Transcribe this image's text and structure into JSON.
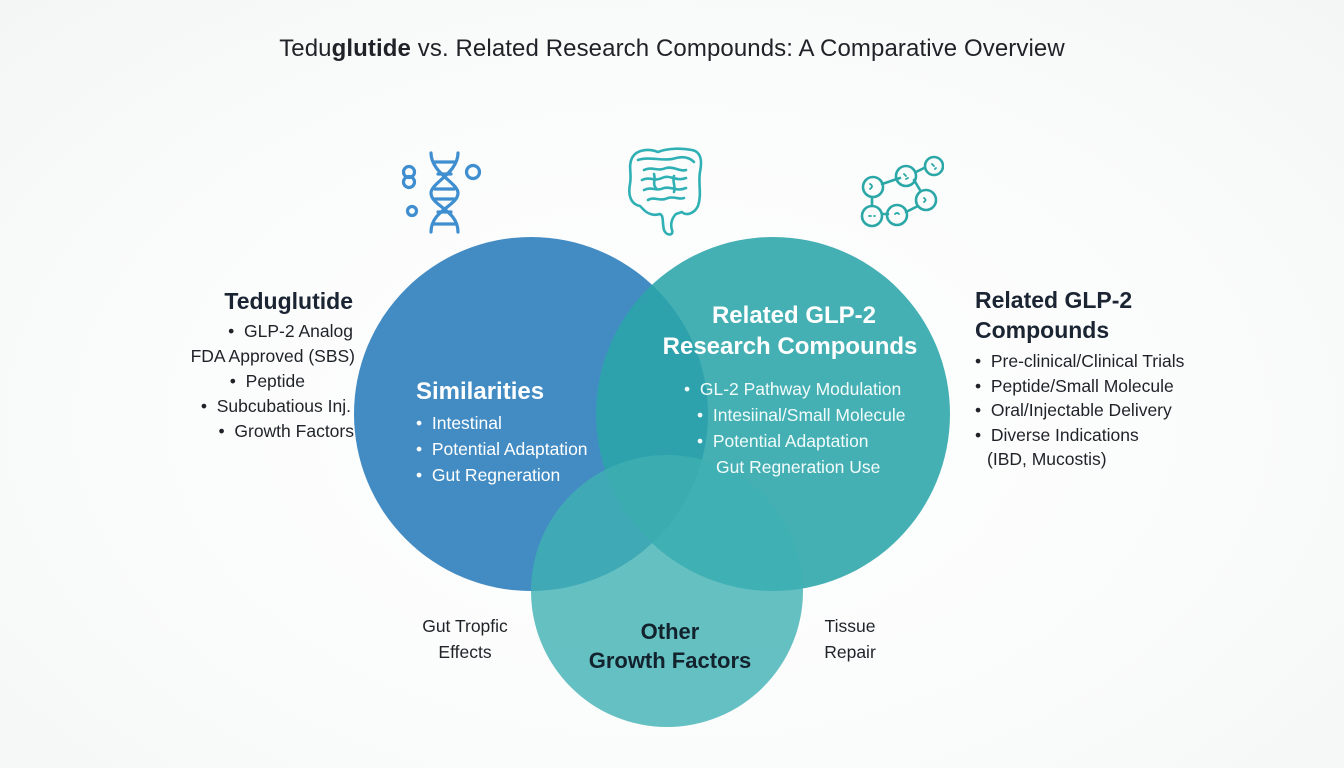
{
  "title": {
    "prefix_regular": "Tedu",
    "prefix_bold": "glutide",
    "rest": " vs. Related Research Compounds: A Comparative Overview"
  },
  "colors": {
    "left_circle": "#2f7fbd",
    "right_circle": "#2aa5a8",
    "bottom_circle": "#3fb0b3",
    "dna_icon": "#3f8ed0",
    "gut_icon": "#2fb0b4",
    "molecule_icon": "#2aa7a6",
    "heading_text": "#1b2432"
  },
  "icons": {
    "left": "dna-helix-icon",
    "center": "intestine-icon",
    "right": "molecule-network-icon"
  },
  "teduglutide": {
    "heading": "Teduglutide",
    "items": [
      {
        "text": "GLP-2 Analog",
        "bullet": true
      },
      {
        "text": "FDA Approved (SBS)",
        "bullet": false
      },
      {
        "text": "Peptide",
        "bullet": true
      },
      {
        "text": "Subcubatious Inj.",
        "bullet": true
      },
      {
        "text": "Growth Factors",
        "bullet": true
      }
    ]
  },
  "related_compounds": {
    "heading_line1": "Related GLP-2",
    "heading_line2": "Compounds",
    "items": [
      {
        "text": "Pre-clinical/Clinical Trials",
        "bullet": true
      },
      {
        "text": "Peptide/Small Molecule",
        "bullet": true
      },
      {
        "text": "Oral/Injectable Delivery",
        "bullet": true
      },
      {
        "text": "Diverse Indications",
        "bullet": true
      },
      {
        "text": "(IBD, Mucostis)",
        "bullet": false
      }
    ]
  },
  "similarities": {
    "heading": "Similarities",
    "items": [
      "Intestinal",
      "Potential Adaptation",
      "Gut Regneration"
    ]
  },
  "research_compounds_circle": {
    "heading_line1": "Related GLP-2",
    "heading_line2": "Research Compounds",
    "items": [
      {
        "text": "GL-2 Pathway Modulation",
        "bullet": true
      },
      {
        "text": "Intesiinal/Small Molecule",
        "bullet": true
      },
      {
        "text": "Potential Adaptation",
        "bullet": true
      },
      {
        "text": "Gut Regneration Use",
        "bullet": false
      }
    ]
  },
  "other_growth_factors": {
    "heading_line1": "Other",
    "heading_line2": "Growth Factors"
  },
  "side_labels": {
    "gut_tropfic": [
      "Gut Tropfic",
      "Effects"
    ],
    "tissue_repair": [
      "Tissue",
      "Repair"
    ]
  }
}
